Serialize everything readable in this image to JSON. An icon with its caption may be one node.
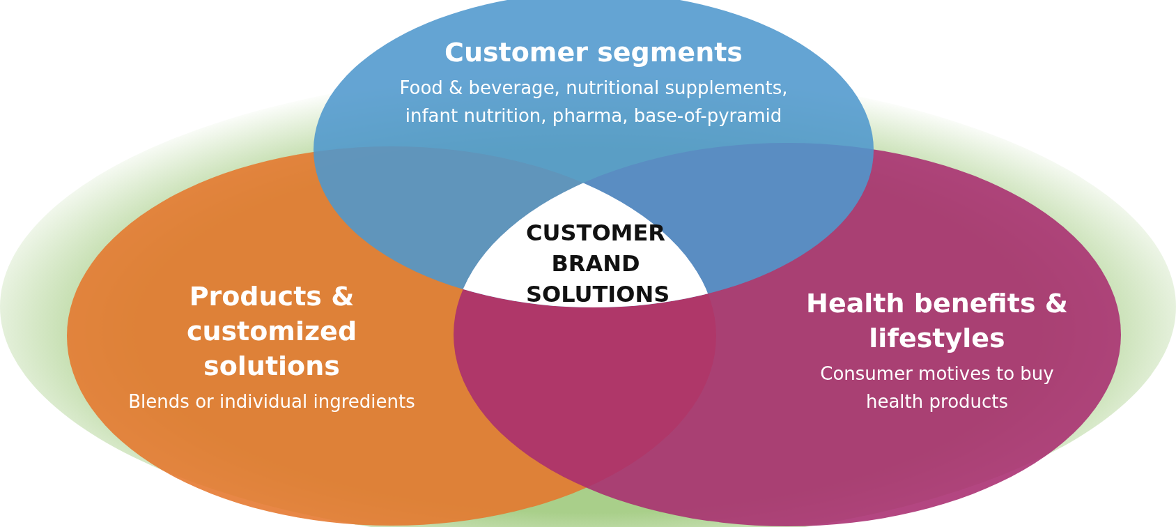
{
  "diagram": {
    "nodes": [
      {
        "text": [
          "Customer segments",
          "Food & beverage, nutritional supplements, infant nutrition, pharma, base-of-pyramid"
        ]
      },
      {
        "text": [
          "Products & customized solutions",
          "Blends or individual ingredients"
        ]
      },
      {
        "text": [
          "Health benefits & lifestyles",
          "Consumer motives to buy health products"
        ]
      },
      {
        "text": [
          "CUSTOMER BRAND SOLUTIONS"
        ]
      }
    ],
    "edges": []
  }
}
